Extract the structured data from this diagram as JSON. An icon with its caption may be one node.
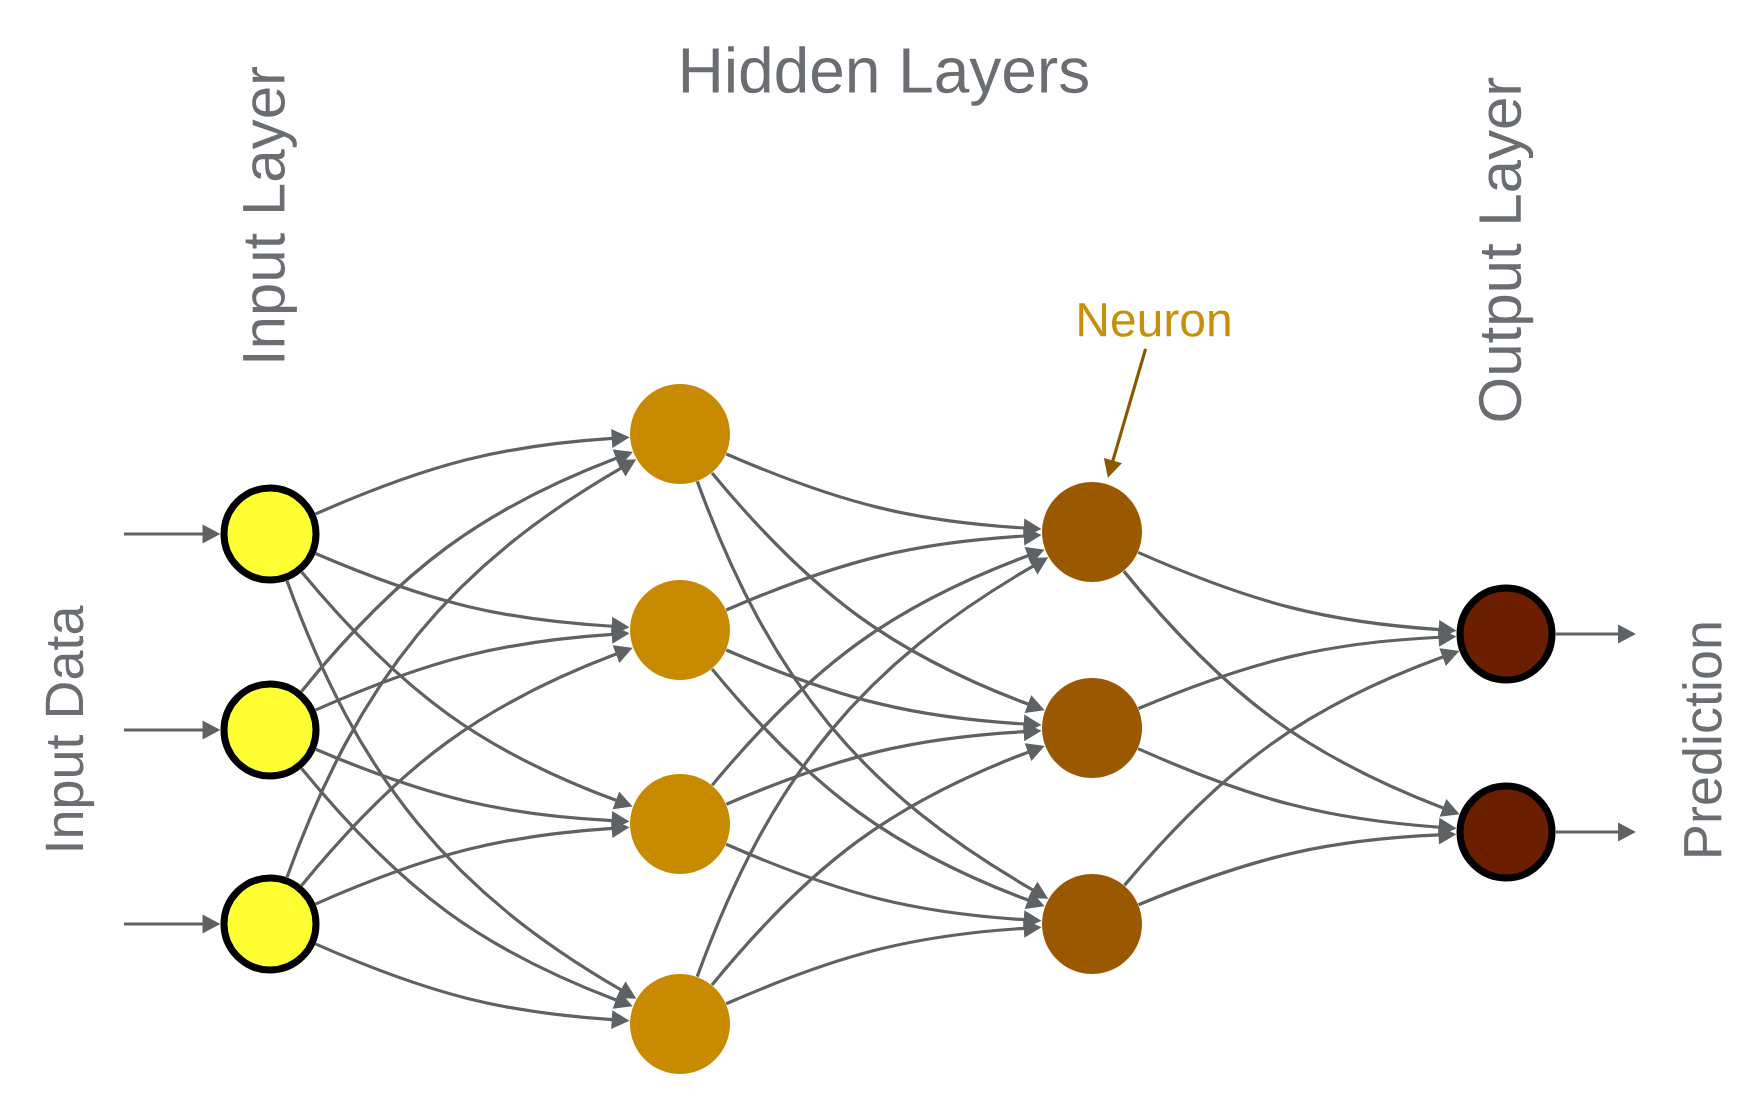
{
  "diagram": {
    "nodes": [
      {
        "text": [],
        "shape": "circle"
      },
      {
        "text": [],
        "shape": "circle"
      },
      {
        "text": [],
        "shape": "circle"
      },
      {
        "text": [],
        "shape": "circle"
      },
      {
        "text": [],
        "shape": "circle"
      },
      {
        "text": [],
        "shape": "circle"
      },
      {
        "text": [],
        "shape": "circle"
      },
      {
        "text": [],
        "shape": "circle"
      },
      {
        "text": [],
        "shape": "circle"
      },
      {
        "text": [],
        "shape": "circle"
      },
      {
        "text": [],
        "shape": "circle"
      },
      {
        "text": [],
        "shape": "circle"
      },
      {
        "text": [
          "Neuron"
        ]
      }
    ],
    "edges": [
      {
        "from": 0,
        "to": 3,
        "arrow": "to"
      },
      {
        "from": 0,
        "to": 4,
        "arrow": "to"
      },
      {
        "from": 0,
        "to": 5,
        "arrow": "to"
      },
      {
        "from": 0,
        "to": 6,
        "arrow": "to"
      },
      {
        "from": 1,
        "to": 3,
        "arrow": "to"
      },
      {
        "from": 1,
        "to": 4,
        "arrow": "to"
      },
      {
        "from": 1,
        "to": 5,
        "arrow": "to"
      },
      {
        "from": 1,
        "to": 6,
        "arrow": "to"
      },
      {
        "from": 2,
        "to": 3,
        "arrow": "to"
      },
      {
        "from": 2,
        "to": 4,
        "arrow": "to"
      },
      {
        "from": 2,
        "to": 5,
        "arrow": "to"
      },
      {
        "from": 2,
        "to": 6,
        "arrow": "to"
      },
      {
        "from": 3,
        "to": 7,
        "arrow": "to"
      },
      {
        "from": 3,
        "to": 8,
        "arrow": "to"
      },
      {
        "from": 3,
        "to": 9,
        "arrow": "to"
      },
      {
        "from": 4,
        "to": 7,
        "arrow": "to"
      },
      {
        "from": 4,
        "to": 8,
        "arrow": "to"
      },
      {
        "from": 4,
        "to": 9,
        "arrow": "to"
      },
      {
        "from": 5,
        "to": 7,
        "arrow": "to"
      },
      {
        "from": 5,
        "to": 8,
        "arrow": "to"
      },
      {
        "from": 5,
        "to": 9,
        "arrow": "to"
      },
      {
        "from": 6,
        "to": 7,
        "arrow": "to"
      },
      {
        "from": 6,
        "to": 8,
        "arrow": "to"
      },
      {
        "from": 6,
        "to": 9,
        "arrow": "to"
      },
      {
        "from": 7,
        "to": 10,
        "arrow": "to"
      },
      {
        "from": 7,
        "to": 11,
        "arrow": "to"
      },
      {
        "from": 8,
        "to": 10,
        "arrow": "to"
      },
      {
        "from": 8,
        "to": 11,
        "arrow": "to"
      },
      {
        "from": 9,
        "to": 10,
        "arrow": "to"
      },
      {
        "from": 9,
        "to": 11,
        "arrow": "to"
      },
      {
        "from": null,
        "to": 0,
        "arrow": "to"
      },
      {
        "from": null,
        "to": 1,
        "arrow": "to"
      },
      {
        "from": null,
        "to": 2,
        "arrow": "to"
      },
      {
        "from": 10,
        "to": null,
        "arrow": "to"
      },
      {
        "from": 11,
        "to": null,
        "arrow": "to"
      },
      {
        "from": 12,
        "to": 7,
        "arrow": "to",
        "color": "#8b5a00"
      }
    ],
    "labels": [
      "Input Layer",
      "Hidden Layers",
      "Output Layer",
      "Input Data",
      "Prediction"
    ]
  }
}
